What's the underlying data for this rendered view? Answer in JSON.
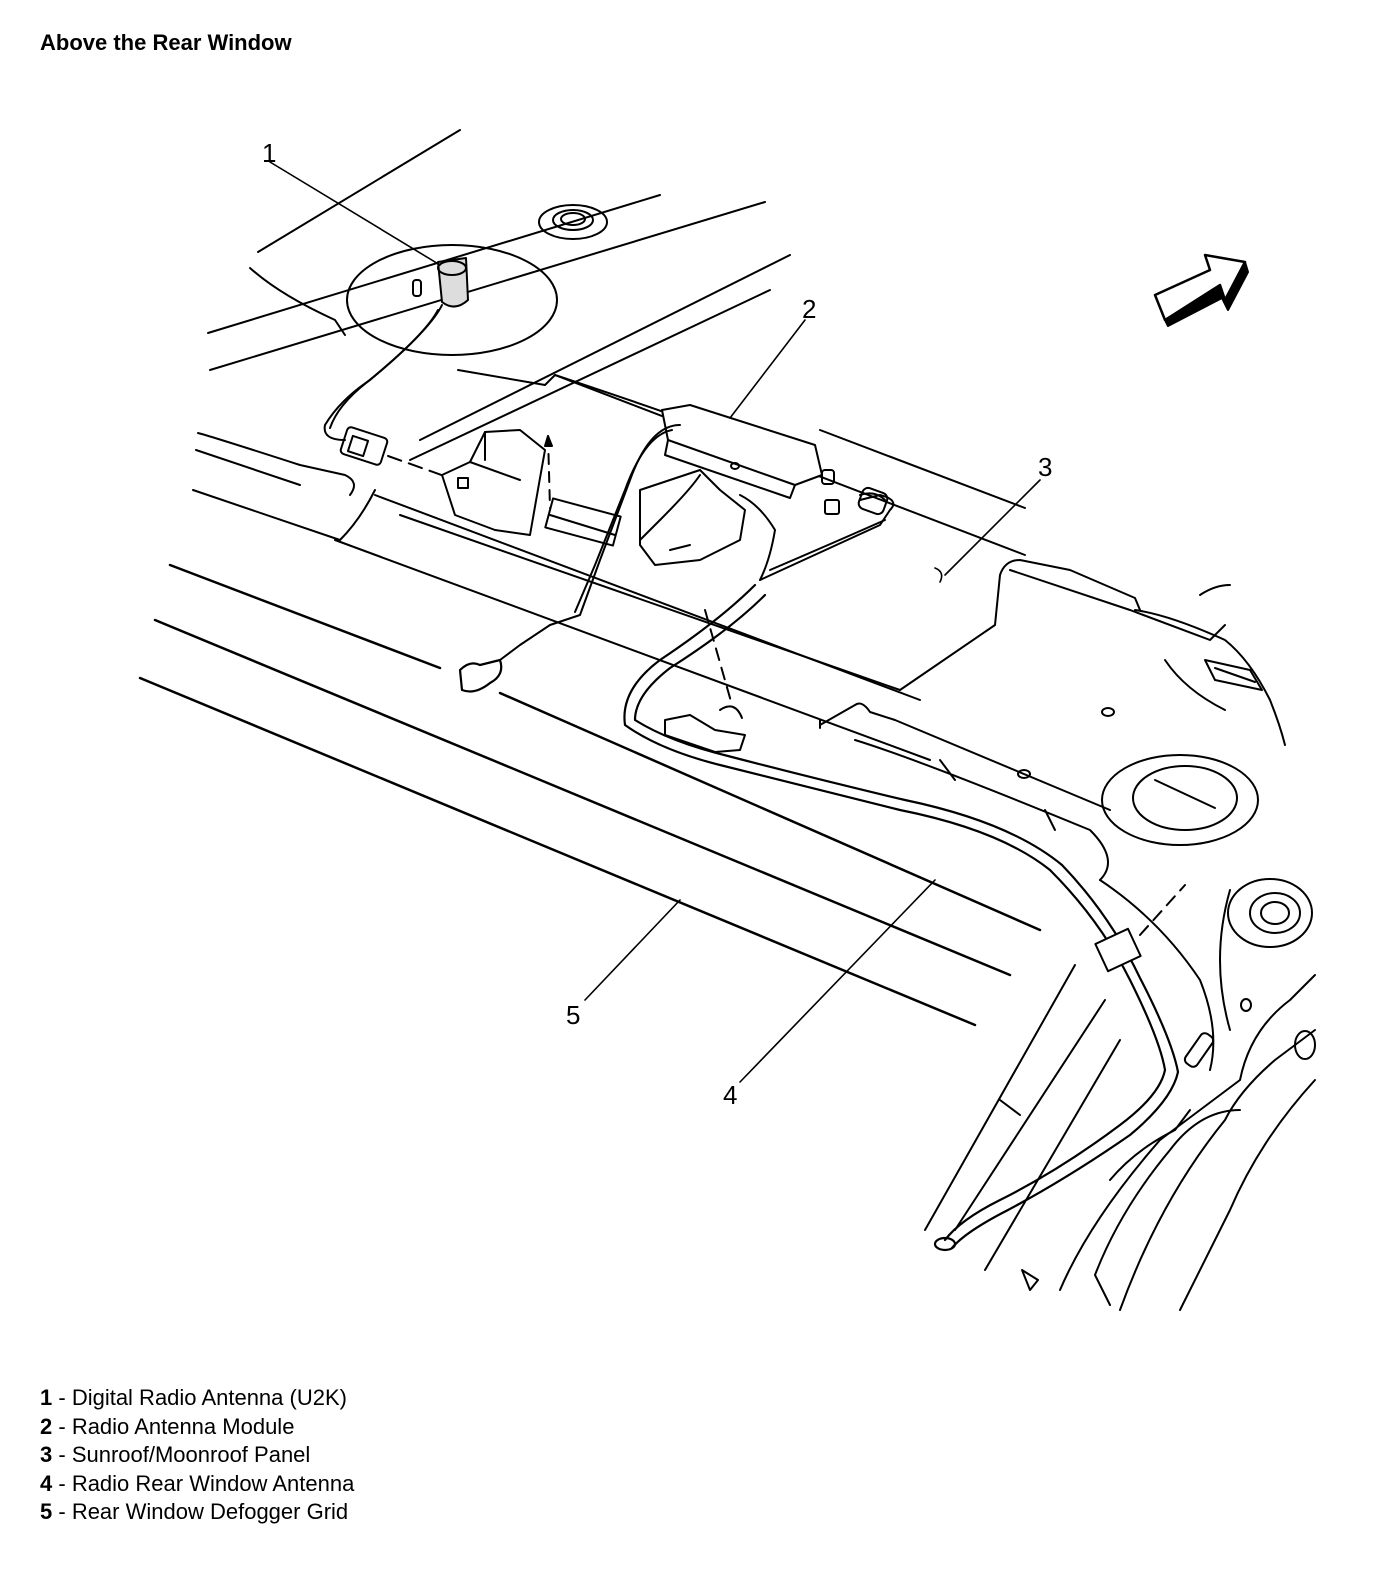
{
  "title": "Above the Rear Window",
  "callouts": [
    {
      "number": "1"
    },
    {
      "number": "2"
    },
    {
      "number": "3"
    },
    {
      "number": "4"
    },
    {
      "number": "5"
    }
  ],
  "legend": [
    {
      "number": "1",
      "separator": " - ",
      "label": "Digital Radio Antenna (U2K)"
    },
    {
      "number": "2",
      "separator": " - ",
      "label": "Radio Antenna Module"
    },
    {
      "number": "3",
      "separator": " - ",
      "label": "Sunroof/Moonroof Panel"
    },
    {
      "number": "4",
      "separator": " - ",
      "label": "Radio Rear Window Antenna"
    },
    {
      "number": "5",
      "separator": " - ",
      "label": "Rear Window Defogger Grid"
    }
  ],
  "icons": {
    "direction_arrow": "front-direction-arrow-icon"
  }
}
